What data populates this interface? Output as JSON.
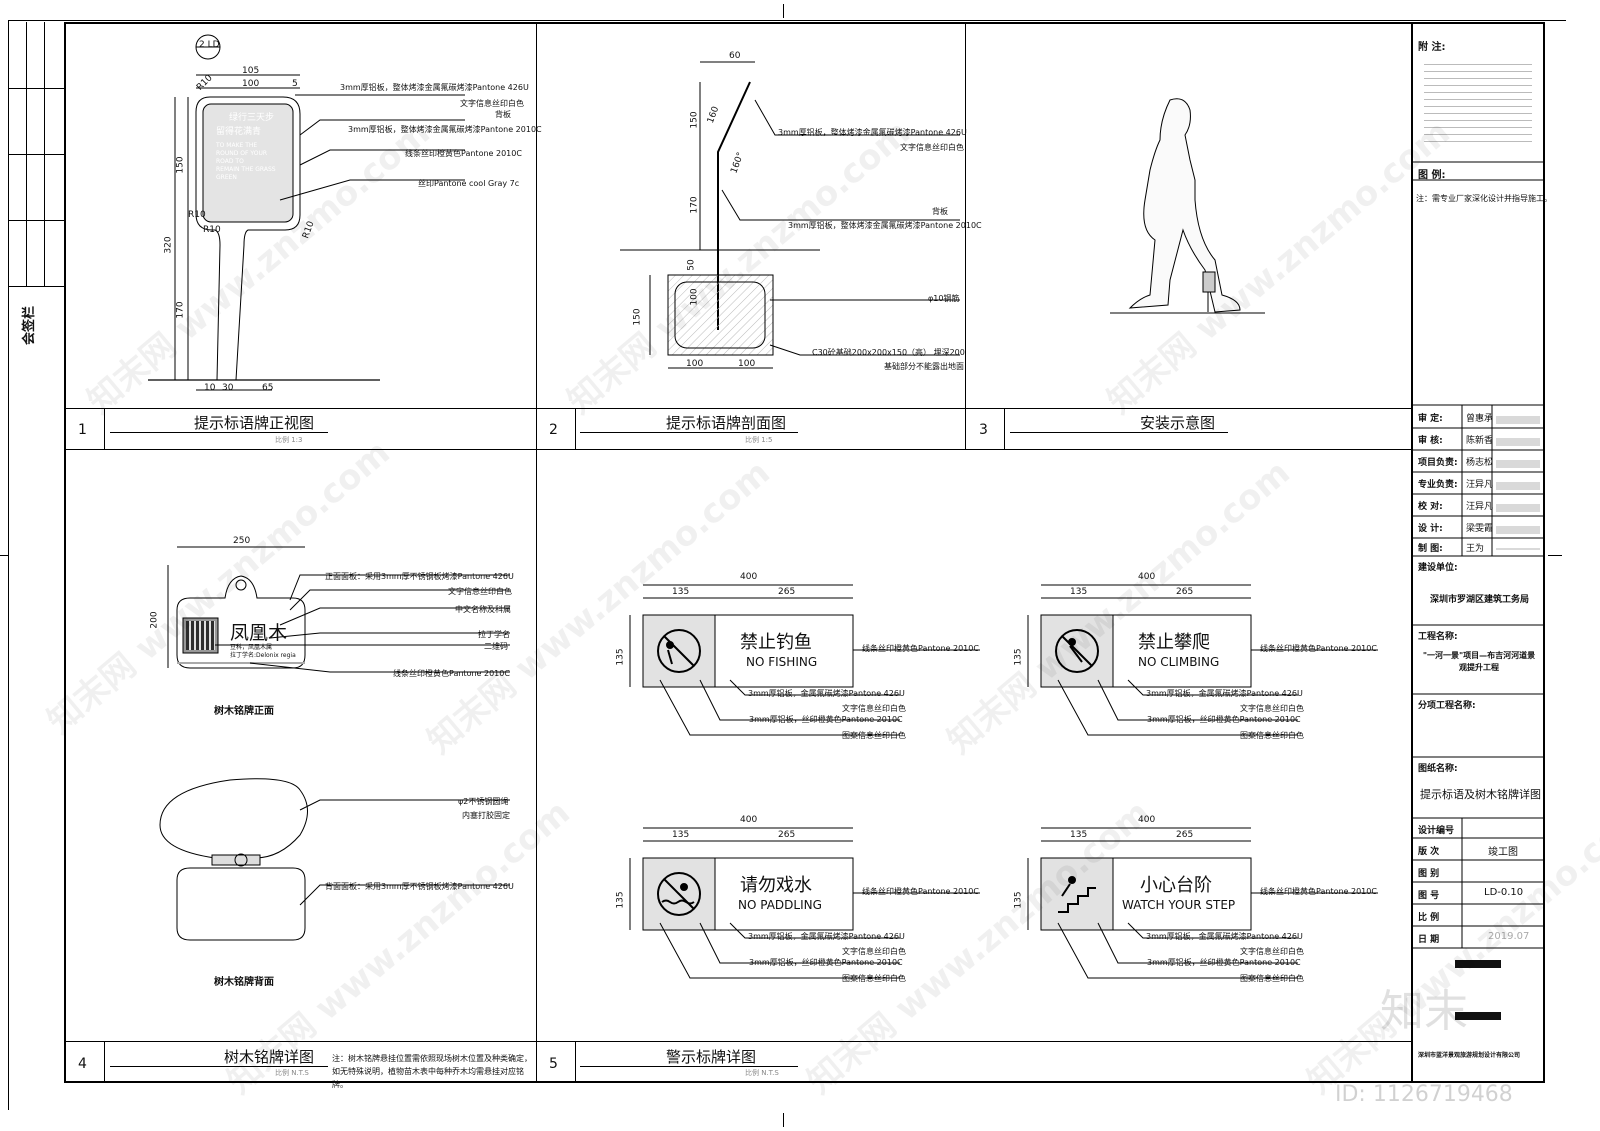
{
  "sign_column": "会签栏",
  "panels": {
    "p1": {
      "num": "1",
      "title": "提示标语牌正视图",
      "scale": "比例 1:3",
      "tag": "2 LD"
    },
    "p2": {
      "num": "2",
      "title": "提示标语牌剖面图",
      "scale": "比例 1:5"
    },
    "p3": {
      "num": "3",
      "title": "安装示意图"
    },
    "p4": {
      "num": "4",
      "title": "树木铭牌详图",
      "scale": "比例 N.T.S"
    },
    "p5": {
      "num": "5",
      "title": "警示标牌详图",
      "scale": "比例 N.T.S"
    }
  },
  "p1_annotations": [
    "3mm厚铝板，整体烤漆金属氟碳烤漆Pantone 426U",
    "文字信息丝印白色",
    "背板",
    "3mm厚铝板，整体烤漆金属氟碳烤漆Pantone 2010C",
    "线条丝印橙黄色Pantone 2010C",
    "丝印Pantone cool Gray 7c"
  ],
  "p1_dims": [
    "105",
    "100",
    "5",
    "R10",
    "R10",
    "R10",
    "R10",
    "150",
    "320",
    "170",
    "10",
    "30",
    "65"
  ],
  "p1_sign_text": [
    "绿行三天步",
    "留得花满青",
    "TO MAKE THE",
    "ROUND OF YOUR",
    "ROAD TO",
    "REMAIN THE GRASS",
    "GREEN"
  ],
  "p2_annotations": [
    "3mm厚铝板，整体烤漆金属氟碳烤漆Pantone 426U",
    "文字信息丝印白色",
    "背板",
    "3mm厚铝板，整体烤漆金属氟碳烤漆Pantone 2010C",
    "φ10钢筋",
    "C30砼基础200x200x150（高） 埋深200",
    "基础部分不能露出地面"
  ],
  "p2_dims": [
    "60",
    "150",
    "160",
    "160°",
    "170",
    "50",
    "100",
    "150",
    "100",
    "100"
  ],
  "p4_annotations": [
    "正面面板：采用3mm厚不锈钢板烤漆Pantone 426U",
    "文字信息丝印白色",
    "中文名称及科属",
    "拉丁学名",
    "二维码",
    "线条丝印橙黄色Pantone 2010C",
    "φ2不锈钢圆绳",
    "内塞打胶固定",
    "背面面板：采用3mm厚不锈钢板烤漆Pantone 426U"
  ],
  "p4_sign": {
    "name": "凤凰木",
    "family": "豆科，凤凰木属",
    "latin": "拉丁学名:Delonix regia"
  },
  "p4_dims": [
    "250",
    "200"
  ],
  "p4_front": "树木铭牌正面",
  "p4_back": "树木铭牌背面",
  "p4_note": "注：树木铭牌悬挂位置需依照现场树木位置及种类确定，如无特殊说明，植物苗木表中每种乔木均需悬挂对应铭牌。",
  "warning_signs": [
    {
      "cn": "禁止钓鱼",
      "en": "NO FISHING"
    },
    {
      "cn": "禁止攀爬",
      "en": "NO CLIMBING"
    },
    {
      "cn": "请勿戏水",
      "en": "NO PADDLING"
    },
    {
      "cn": "小心台阶",
      "en": "WATCH YOUR STEP"
    }
  ],
  "warn_dims": {
    "total": "400",
    "left": "135",
    "right": "265",
    "height": "135"
  },
  "warn_annotations": [
    "线条丝印橙黄色Pantone 2010C",
    "3mm厚铝板，金属氟碳烤漆Pantone 426U",
    "文字信息丝印白色",
    "3mm厚铝板，丝印橙黄色Pantone 2010C",
    "图案信息丝印白色"
  ],
  "title_block": {
    "notes_head": "附  注:",
    "legend_head": "图   例:",
    "legend_note": "注：需专业厂家深化设计并指导施工。",
    "rows": [
      {
        "label": "审   定:",
        "name": "曾惠承"
      },
      {
        "label": "审   核:",
        "name": "陈新香"
      },
      {
        "label": "项目负责:",
        "name": "杨志松"
      },
      {
        "label": "专业负责:",
        "name": "汪异凡"
      },
      {
        "label": "校   对:",
        "name": "汪异凡"
      },
      {
        "label": "设   计:",
        "name": "梁雯霞"
      },
      {
        "label": "制   图:",
        "name": "王为"
      }
    ],
    "client_label": "建设单位:",
    "client": "深圳市罗湖区建筑工务局",
    "project_label": "工程名称:",
    "project": "\"一河一景\"项目—布吉河河道景观提升工程",
    "sub_label": "分项工程名称:",
    "drawing_label": "图纸名称:",
    "drawing": "提示标语及树木铭牌详图",
    "code_label": "设计编号",
    "version_label": "版   次",
    "version": "竣工图",
    "type_label": "图   别",
    "no_label": "图   号",
    "no": "LD-0.10",
    "scale_label": "比   例",
    "date_label": "日   期",
    "date": "2019.07",
    "company": "深圳市蓝洋景观旅游规划设计有限公司"
  },
  "watermark": "知末网 www.znzmo.com",
  "logo_text": "知末",
  "id_text": "ID: 1126719468"
}
